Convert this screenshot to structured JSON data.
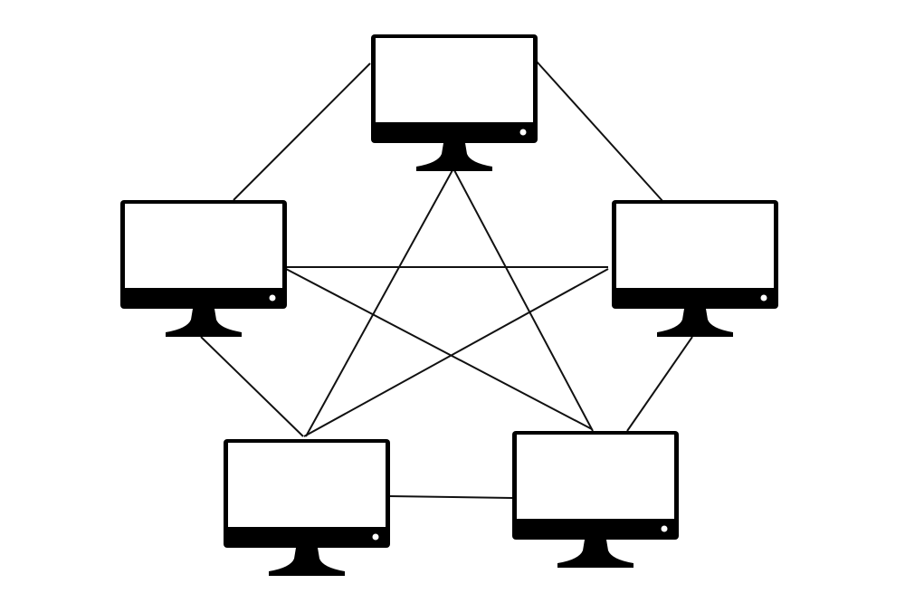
{
  "diagram": {
    "kind": "mesh-network",
    "node_icon": "desktop-monitor-icon",
    "colors": {
      "background": "#ffffff",
      "ink": "#000000",
      "screen": "#ffffff"
    },
    "nodes": [
      {
        "id": "top"
      },
      {
        "id": "left"
      },
      {
        "id": "right"
      },
      {
        "id": "bottom-left"
      },
      {
        "id": "bottom-right"
      }
    ],
    "edges": [
      {
        "from": "top",
        "to": "left"
      },
      {
        "from": "top",
        "to": "right"
      },
      {
        "from": "left",
        "to": "bottom-left"
      },
      {
        "from": "right",
        "to": "bottom-right"
      },
      {
        "from": "bottom-left",
        "to": "bottom-right"
      },
      {
        "from": "top",
        "to": "bottom-left"
      },
      {
        "from": "top",
        "to": "bottom-right"
      },
      {
        "from": "left",
        "to": "right"
      },
      {
        "from": "left",
        "to": "bottom-right"
      },
      {
        "from": "right",
        "to": "bottom-left"
      }
    ]
  }
}
